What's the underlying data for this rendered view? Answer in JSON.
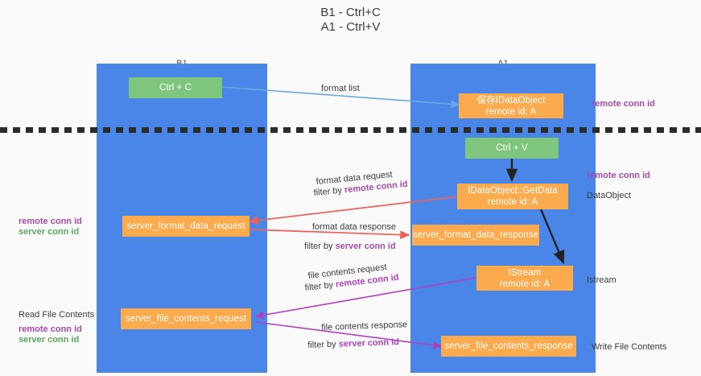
{
  "title": "B1 - Ctrl+C\nA1 - Ctrl+V",
  "columns": {
    "left": {
      "name": "B1",
      "role": "connection"
    },
    "right": {
      "name": "A1",
      "role": "remote"
    }
  },
  "colors": {
    "lane": "#4a86e8",
    "green_node": "#7ec57e",
    "orange_node": "#fbab4e",
    "remote_conn_id": "#a64ca6",
    "server_conn_id": "#5aa75a",
    "blue_edge": "#6aa8e0",
    "red_edge": "#e8645a",
    "violet_edge": "#b040c0",
    "black_edge": "#222222",
    "divider": "#2b2b2b"
  },
  "nodes": {
    "ctrl_c": {
      "label": "Ctrl + C"
    },
    "ctrl_v": {
      "label": "Ctrl + V"
    },
    "save_dataobject": {
      "label": "保存IDataObject",
      "sub": "remote id: A"
    },
    "get_data": {
      "label": "IDataObject::GetData",
      "sub": "remote id: A"
    },
    "istream": {
      "label": "IStream",
      "sub": "remote id: A"
    },
    "fmt_request": {
      "label": "server_format_data_request"
    },
    "fmt_response": {
      "label": "server_format_data_response"
    },
    "file_request": {
      "label": "server_file_contents_request"
    },
    "file_response": {
      "label": "server_file_contents_response"
    }
  },
  "edge_labels": {
    "format_list": "format list",
    "format_data_request": "format data request",
    "format_data_request_filter_prefix": "filter by ",
    "format_data_request_filter_key": "remote conn id",
    "format_data_response": "format data response",
    "format_data_response_filter_prefix": "filter by ",
    "format_data_response_filter_key": "server conn id",
    "file_contents_request": "file contents request",
    "file_contents_request_filter_prefix": "filter by ",
    "file_contents_request_filter_key": "remote conn id",
    "file_contents_response": "file contents response",
    "file_contents_response_filter_prefix": "filter by ",
    "file_contents_response_filter_key": "server conn id"
  },
  "annotations": {
    "right_top_remote_conn_id": "remote conn id",
    "right_mid_remote_conn_id": "remote conn id",
    "right_dataobject": "DataObject",
    "right_istream": "Istream",
    "right_write_file_contents": "Write File Contents",
    "left_remote_conn_id_a": "remote conn id",
    "left_server_conn_id_a": "server conn id",
    "left_read_file_contents": "Read File Contents",
    "left_remote_conn_id_b": "remote conn id",
    "left_server_conn_id_b": "server conn id"
  }
}
